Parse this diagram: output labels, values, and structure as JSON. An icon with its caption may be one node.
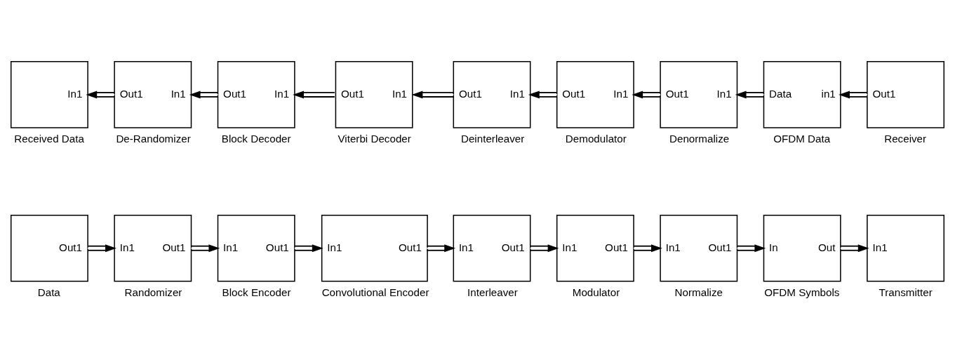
{
  "diagram": {
    "nodes": [
      {
        "text": [
          "Out1"
        ],
        "beside": [
          "Data"
        ]
      },
      {
        "text": [
          "In1",
          "Out1"
        ],
        "beside": [
          "Randomizer"
        ]
      },
      {
        "text": [
          "In1",
          "Out1"
        ],
        "beside": [
          "Block Encoder"
        ]
      },
      {
        "text": [
          "In1",
          "Out1"
        ],
        "beside": [
          "Convolutional Encoder"
        ]
      },
      {
        "text": [
          "In1",
          "Out1"
        ],
        "beside": [
          "Interleaver"
        ]
      },
      {
        "text": [
          "In1",
          "Out1"
        ],
        "beside": [
          "Modulator"
        ]
      },
      {
        "text": [
          "In1",
          "Out1"
        ],
        "beside": [
          "Normalize"
        ]
      },
      {
        "text": [
          "In",
          "Out"
        ],
        "beside": [
          "OFDM Symbols"
        ]
      },
      {
        "text": [
          "In1"
        ],
        "beside": [
          "Transmitter"
        ]
      },
      {
        "text": [
          "In1"
        ],
        "beside": [
          "Received Data"
        ]
      },
      {
        "text": [
          "Out1",
          "In1"
        ],
        "beside": [
          "De-Randomizer"
        ]
      },
      {
        "text": [
          "Out1",
          "In1"
        ],
        "beside": [
          "Block Decoder"
        ]
      },
      {
        "text": [
          "Out1",
          "In1"
        ],
        "beside": [
          "Viterbi Decoder"
        ]
      },
      {
        "text": [
          "Out1",
          "In1"
        ],
        "beside": [
          "Deinterleaver"
        ]
      },
      {
        "text": [
          "Out1",
          "In1"
        ],
        "beside": [
          "Demodulator"
        ]
      },
      {
        "text": [
          "Out1",
          "In1"
        ],
        "beside": [
          "Denormalize"
        ]
      },
      {
        "text": [
          "Data",
          "in1"
        ],
        "beside": [
          "OFDM Data"
        ]
      },
      {
        "text": [
          "Out1"
        ],
        "beside": [
          "Receiver"
        ]
      }
    ],
    "edges": [
      {
        "from": 0,
        "to": 1,
        "arrow": "to"
      },
      {
        "from": 1,
        "to": 2,
        "arrow": "to"
      },
      {
        "from": 2,
        "to": 3,
        "arrow": "to"
      },
      {
        "from": 3,
        "to": 4,
        "arrow": "to"
      },
      {
        "from": 4,
        "to": 5,
        "arrow": "to"
      },
      {
        "from": 5,
        "to": 6,
        "arrow": "to"
      },
      {
        "from": 6,
        "to": 7,
        "arrow": "to"
      },
      {
        "from": 7,
        "to": 8,
        "arrow": "to"
      },
      {
        "from": 17,
        "to": 16,
        "arrow": "to"
      },
      {
        "from": 16,
        "to": 15,
        "arrow": "to"
      },
      {
        "from": 15,
        "to": 14,
        "arrow": "to"
      },
      {
        "from": 14,
        "to": 13,
        "arrow": "to"
      },
      {
        "from": 13,
        "to": 12,
        "arrow": "to"
      },
      {
        "from": 12,
        "to": 11,
        "arrow": "to"
      },
      {
        "from": 11,
        "to": 10,
        "arrow": "to"
      },
      {
        "from": 10,
        "to": 9,
        "arrow": "to"
      }
    ]
  }
}
